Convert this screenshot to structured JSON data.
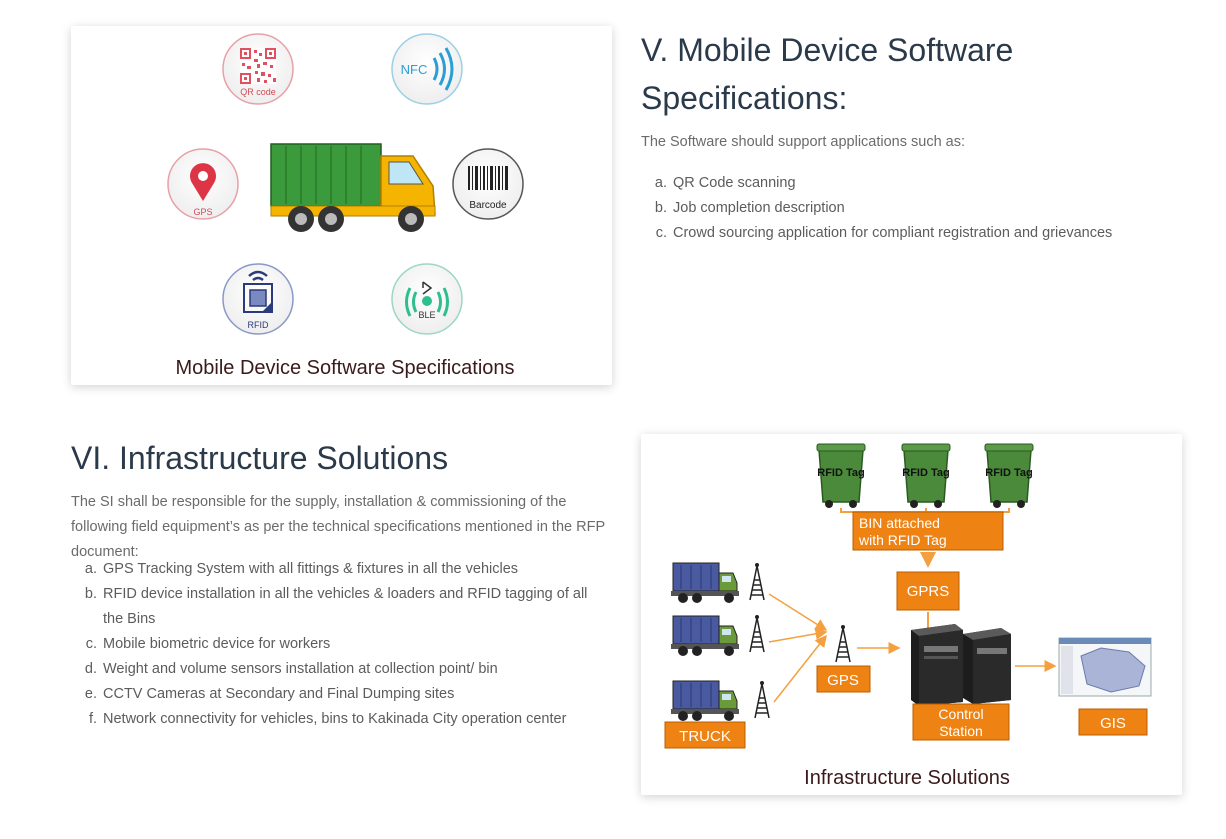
{
  "section5": {
    "heading": "V. Mobile Device Software Specifications:",
    "intro": "The Software should support applications such as:",
    "items": [
      {
        "marker": "a.",
        "text": "QR Code scanning"
      },
      {
        "marker": "b.",
        "text": "Job completion description"
      },
      {
        "marker": "c.",
        "text": "Crowd sourcing application for compliant registration and grievances"
      }
    ],
    "figure": {
      "caption": "Mobile Device Software Specifications",
      "labels": {
        "qr": "QR code",
        "nfc": "NFC",
        "gps": "GPS",
        "barcode": "Barcode",
        "rfid": "RFID",
        "ble": "BLE"
      }
    }
  },
  "section6": {
    "heading": "VI. Infrastructure Solutions",
    "intro": "The SI shall be responsible for the supply, installation & commissioning of the following field equipment’s as per the technical specifications mentioned in the RFP document:",
    "items": [
      {
        "marker": "a.",
        "text": "GPS Tracking System with all fittings & fixtures in all the vehicles"
      },
      {
        "marker": "b.",
        "text": "RFID device installation in all the vehicles & loaders and RFID tagging of all the Bins"
      },
      {
        "marker": "c.",
        "text": "Mobile biometric device for workers"
      },
      {
        "marker": "d.",
        "text": "Weight and volume sensors installation at collection point/ bin"
      },
      {
        "marker": "e.",
        "text": "CCTV Cameras at Secondary and Final Dumping sites"
      },
      {
        "marker": "f.",
        "text": "Network connectivity for vehicles, bins to Kakinada City operation center"
      }
    ],
    "figure": {
      "caption": "Infrastructure Solutions",
      "bin_tag": "RFID Tag",
      "bin_label_line1": "BIN attached",
      "bin_label_line2": "with RFID Tag",
      "gprs": "GPRS",
      "gps": "GPS",
      "truck": "TRUCK",
      "control_line1": "Control",
      "control_line2": "Station",
      "gis": "GIS"
    }
  },
  "colors": {
    "heading": "#2b3a4a",
    "text": "#6b6b6b",
    "orange": "#f28a1e",
    "bin_green": "#4a8a3a",
    "caption": "#3a1a1a"
  }
}
